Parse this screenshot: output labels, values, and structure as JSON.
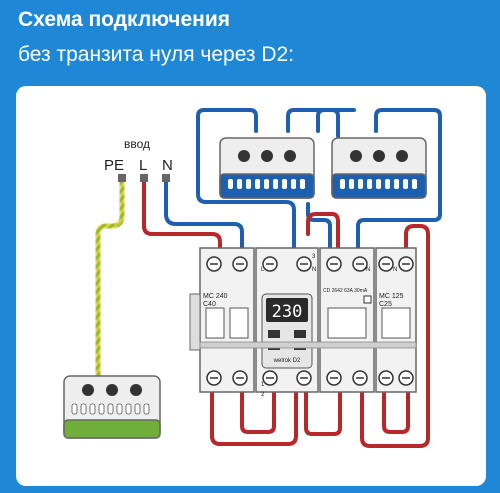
{
  "header": {
    "title": "Схема подключения",
    "subtitle": "без транзита нуля через D2:"
  },
  "labels": {
    "input": "ввод",
    "pe": "PE",
    "l": "L",
    "n": "N"
  },
  "breaker_left": {
    "line1": "MC 240",
    "line2": "C40"
  },
  "relay": {
    "display": "230",
    "brand": "welrok D2",
    "term_l": "L",
    "term_3": "3",
    "term_n": "N",
    "term_1": "1",
    "term_2": "2"
  },
  "rcd": {
    "text": "CD 2642 63A 30mA",
    "term_n": "N"
  },
  "breaker_right": {
    "line1": "MC 125",
    "line2": "C25",
    "term_n": "N"
  },
  "colors": {
    "background": "#1e88d6",
    "phase_wire": "#b8282b",
    "neutral_wire": "#1f5fb0",
    "ground_wire": "#9cbf3a"
  },
  "icons": {
    "terminal": "screw-terminal-icon",
    "test_button": "test-button-icon"
  }
}
